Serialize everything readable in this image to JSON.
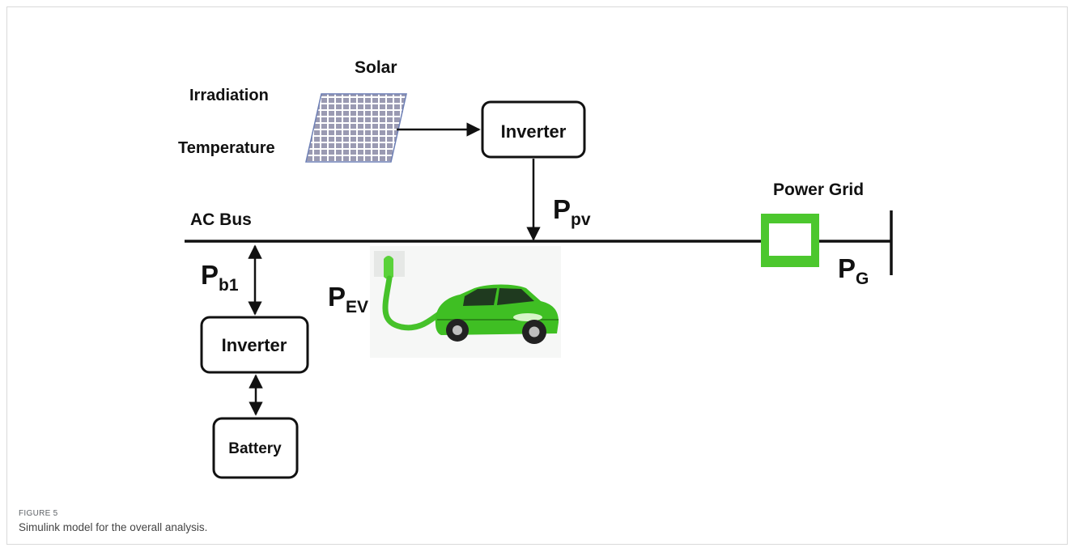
{
  "diagram": {
    "solar_label": "Solar",
    "irradiation_label": "Irradiation",
    "temperature_label": "Temperature",
    "inverter_top_label": "Inverter",
    "ppv_main": "P",
    "ppv_sub": "pv",
    "ac_bus_label": "AC Bus",
    "power_grid_label": "Power Grid",
    "pg_main": "P",
    "pg_sub": "G",
    "pb1_main": "P",
    "pb1_sub": "b1",
    "pev_main": "P",
    "pev_sub": "EV",
    "inverter_bottom_label": "Inverter",
    "battery_label": "Battery",
    "colors": {
      "green": "#4cc72e",
      "line": "#111111",
      "panel": "#8a8aa8"
    },
    "icons": [
      "solar-panel-icon",
      "ev-car-icon",
      "charger-plug-icon",
      "grid-breaker-icon"
    ]
  },
  "caption": {
    "label": "FIGURE 5",
    "text": "Simulink model for the overall analysis."
  }
}
